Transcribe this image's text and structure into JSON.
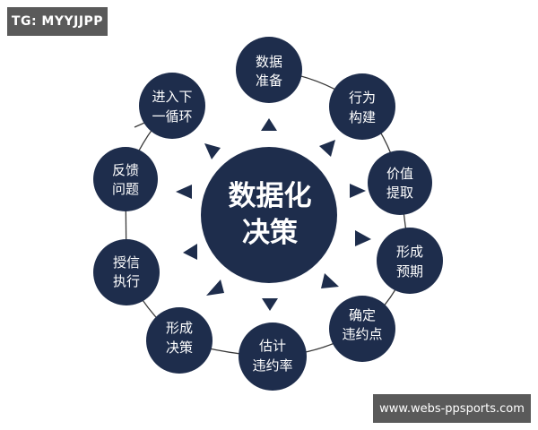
{
  "watermarks": {
    "top_left": "TG: MYYJJPP",
    "bottom_right": "www.webs-ppsports.com"
  },
  "colors": {
    "node_fill": "#1e2d4c",
    "line": "#3a3a3a",
    "text": "#ffffff",
    "badge_bg": "#5a5a5a"
  },
  "center": {
    "line1": "数据化",
    "line2": "决策"
  },
  "nodes": [
    {
      "line1": "数据",
      "line2": "准备"
    },
    {
      "line1": "行为",
      "line2": "构建"
    },
    {
      "line1": "价值",
      "line2": "提取"
    },
    {
      "line1": "形成",
      "line2": "预期"
    },
    {
      "line1": "确定",
      "line2": "违约点"
    },
    {
      "line1": "估计",
      "line2": "违约率"
    },
    {
      "line1": "形成",
      "line2": "决策"
    },
    {
      "line1": "授信",
      "line2": "执行"
    },
    {
      "line1": "反馈",
      "line2": "问题"
    },
    {
      "line1": "进入下",
      "line2": "一循环"
    }
  ]
}
